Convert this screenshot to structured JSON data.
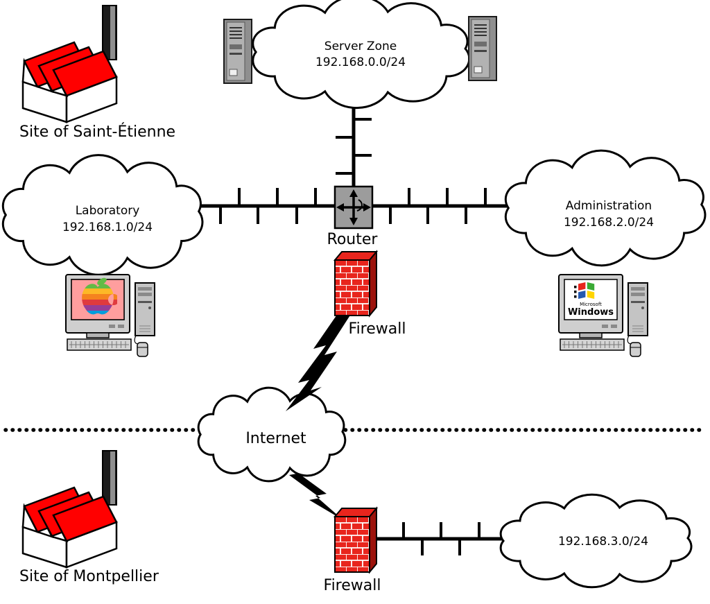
{
  "sites": {
    "saint_etienne": {
      "label": "Site of Saint-Étienne"
    },
    "montpellier": {
      "label": "Site of Montpellier"
    }
  },
  "networks": {
    "server_zone": {
      "name": "Server Zone",
      "subnet": "192.168.0.0/24"
    },
    "laboratory": {
      "name": "Laboratory",
      "subnet": "192.168.1.0/24"
    },
    "administration": {
      "name": "Administration",
      "subnet": "192.168.2.0/24"
    },
    "internet": {
      "name": "Internet"
    },
    "montpellier_lan": {
      "subnet": "192.168.3.0/24"
    }
  },
  "devices": {
    "router": {
      "label": "Router"
    },
    "firewall_site1": {
      "label": "Firewall"
    },
    "firewall_site2": {
      "label": "Firewall"
    },
    "windows_pc": {
      "brand_small": "Microsoft",
      "brand_large": "Windows"
    }
  },
  "icons": {
    "factory": "factory-icon",
    "server_tower": "server-tower-icon",
    "router": "router-arrows-icon",
    "firewall": "brick-wall-icon",
    "cloud": "network-cloud-icon",
    "lightning_link": "lightning-bolt-icon",
    "mac_workstation": "mac-crt-computer-icon",
    "windows_workstation": "windows-crt-computer-icon",
    "apple_logo": "rainbow-apple-icon",
    "windows_logo": "windows-flag-icon"
  },
  "colors": {
    "background": "#ffffff",
    "outline": "#000000",
    "factory_roof_red": "#ff0000",
    "firewall_brick_red": "#e8251d",
    "router_gray": "#9c9c9c",
    "mac_screen_pink": "#ff9e9e"
  }
}
